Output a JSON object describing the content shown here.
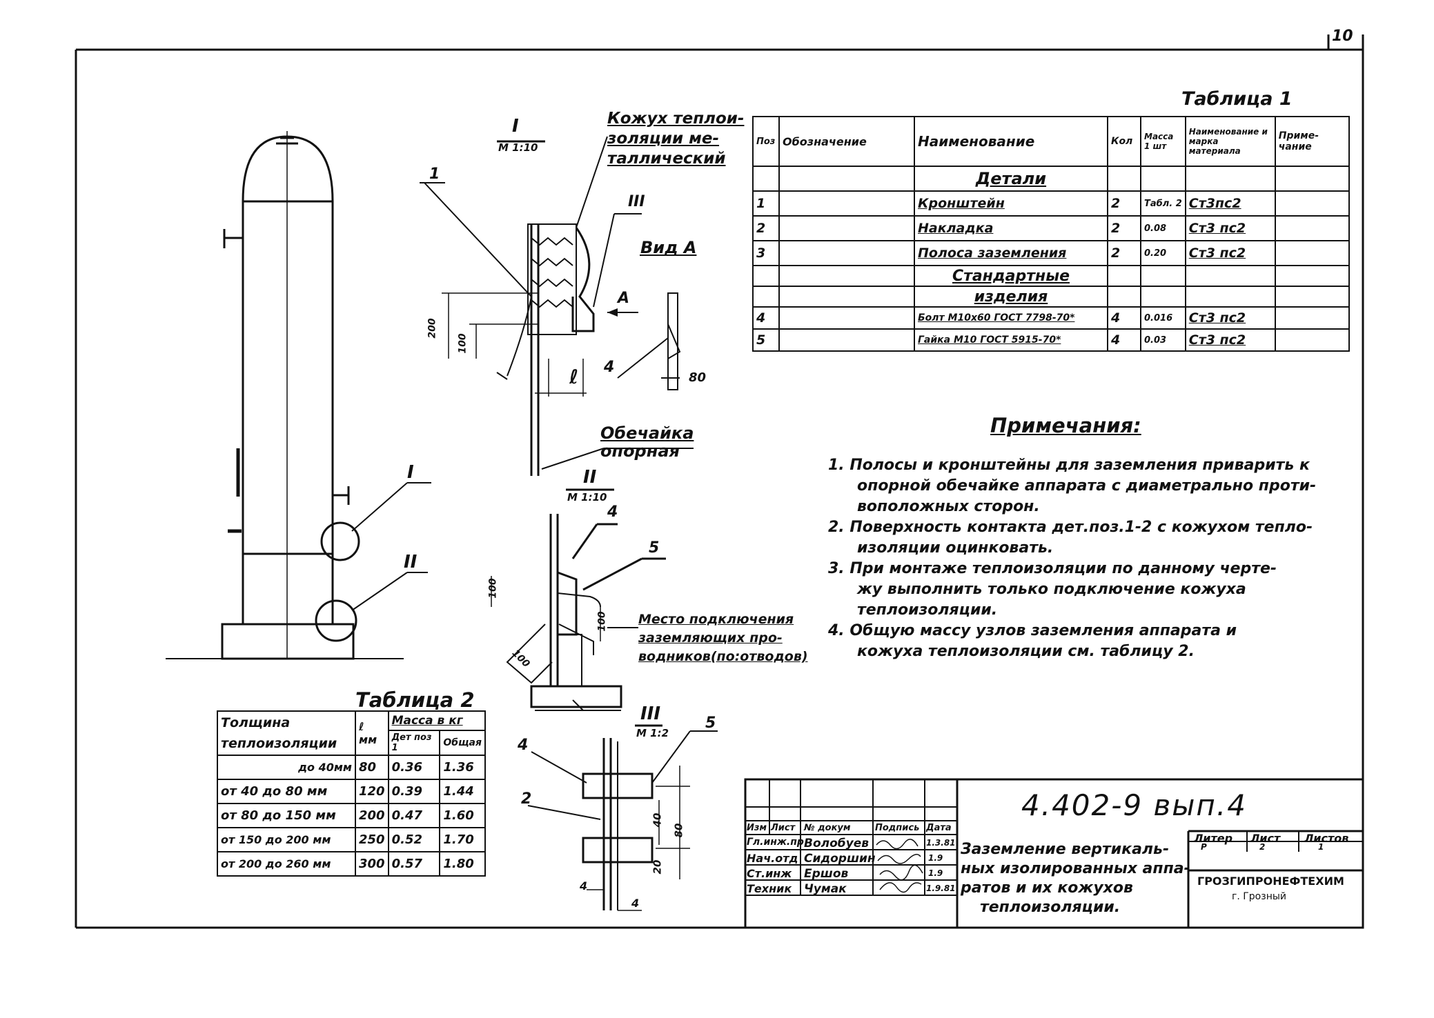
{
  "sheet_number": "10",
  "view_I": {
    "label": "I",
    "scale": "М 1:10"
  },
  "view_II": {
    "label": "II",
    "scale": "М 1:10"
  },
  "view_III": {
    "label": "III",
    "scale": "М 1:2"
  },
  "vid_A": "Вид А",
  "callouts": {
    "kozhukh": [
      "Кожух теплои-",
      "золяции ме-",
      "таллический"
    ],
    "obechaika": [
      "Обечайка",
      "опорная"
    ],
    "mesto": [
      "Место подключения",
      "заземляющих про-",
      "водников(по:отводов)"
    ],
    "I": "I",
    "II": "II",
    "III": "III",
    "A": "A",
    "l": "ℓ",
    "pos1": "1",
    "pos4": "4",
    "pos5": "5",
    "pos2": "2",
    "weld4": "4"
  },
  "dims": {
    "d200": "200",
    "d100": "100",
    "d80": "80",
    "d100b": "100",
    "d100c": "100",
    "d100d": "100",
    "d40": "40",
    "d20": "20",
    "d80b": "80",
    "d4": "4",
    "d4b": "4"
  },
  "table1": {
    "title": "Таблица 1",
    "headers": [
      "Поз",
      "Обозначение",
      "Наименование",
      "Кол",
      "Масса 1 шт",
      "Наименование и марка материала",
      "Приме-чание"
    ],
    "section1": "Детали",
    "section2a": "Стандартные",
    "section2b": "изделия",
    "rows": [
      [
        "1",
        "",
        "Кронштейн",
        "2",
        "Табл. 2",
        "Ст3пс2",
        ""
      ],
      [
        "2",
        "",
        "Накладка",
        "2",
        "0.08",
        "Ст3 пс2",
        ""
      ],
      [
        "3",
        "",
        "Полоса заземления",
        "2",
        "0.20",
        "Ст3 пс2",
        ""
      ],
      [
        "4",
        "",
        "Болт М10х60 ГОСТ 7798-70*",
        "4",
        "0.016",
        "Ст3 пс2",
        ""
      ],
      [
        "5",
        "",
        "Гайка М10 ГОСТ 5915-70*",
        "4",
        "0.03",
        "Ст3 пс2",
        ""
      ]
    ]
  },
  "notes": {
    "title": "Примечания:",
    "items": [
      "1. Полосы и кронштейны для заземления приварить к",
      "опорной обечайке аппарата с диаметрально проти-",
      "воположных сторон.",
      "2. Поверхность контакта дет.поз.1-2 с кожухом тепло-",
      "изоляции оцинковать.",
      "3. При монтаже теплоизоляции по данному черте-",
      "жу выполнить только подключение кожуха",
      "теплоизоляции.",
      "4. Общую массу узлов заземления аппарата и",
      "кожуха теплоизоляции см. таблицу 2."
    ]
  },
  "table2": {
    "title": "Таблица 2",
    "h_thick": "Толщина теплоизоляции",
    "h_l": "ℓ мм",
    "h_mass": "Масса в кг",
    "h_det": "Дет поз 1",
    "h_total": "Общая",
    "rows": [
      [
        "до 40мм",
        "80",
        "0.36",
        "1.36"
      ],
      [
        "от 40 до 80 мм",
        "120",
        "0.39",
        "1.44"
      ],
      [
        "от 80 до 150 мм",
        "200",
        "0.47",
        "1.60"
      ],
      [
        "от 150 до 200 мм",
        "250",
        "0.52",
        "1.70"
      ],
      [
        "от 200 до 260 мм",
        "300",
        "0.57",
        "1.80"
      ]
    ]
  },
  "stamp": {
    "code": "4.402-9 вып.4",
    "title": [
      "Заземление вертикаль-",
      "ных изолированных аппа-",
      "ратов и их кожухов",
      "теплоизоляции."
    ],
    "hdr": [
      "Изм",
      "Лист",
      "№ докум",
      "Подпись",
      "Дата"
    ],
    "people": [
      [
        "Гл.инж.пр",
        "Волобуев",
        "",
        "1.3.81"
      ],
      [
        "Нач.отд",
        "Сидоршин",
        "",
        "1.9"
      ],
      [
        "Ст.инж",
        "Ершов",
        "",
        "1.9"
      ],
      [
        "Техник",
        "Чумак",
        "",
        "1.9.81"
      ]
    ],
    "litera": "Литер",
    "list": "Лист",
    "listov": "Листов",
    "litera_v": "Р",
    "list_v": "2",
    "listov_v": "1",
    "org": [
      "ГРОЗГИПРОНЕФТЕХИМ",
      "г. Грозный"
    ]
  }
}
